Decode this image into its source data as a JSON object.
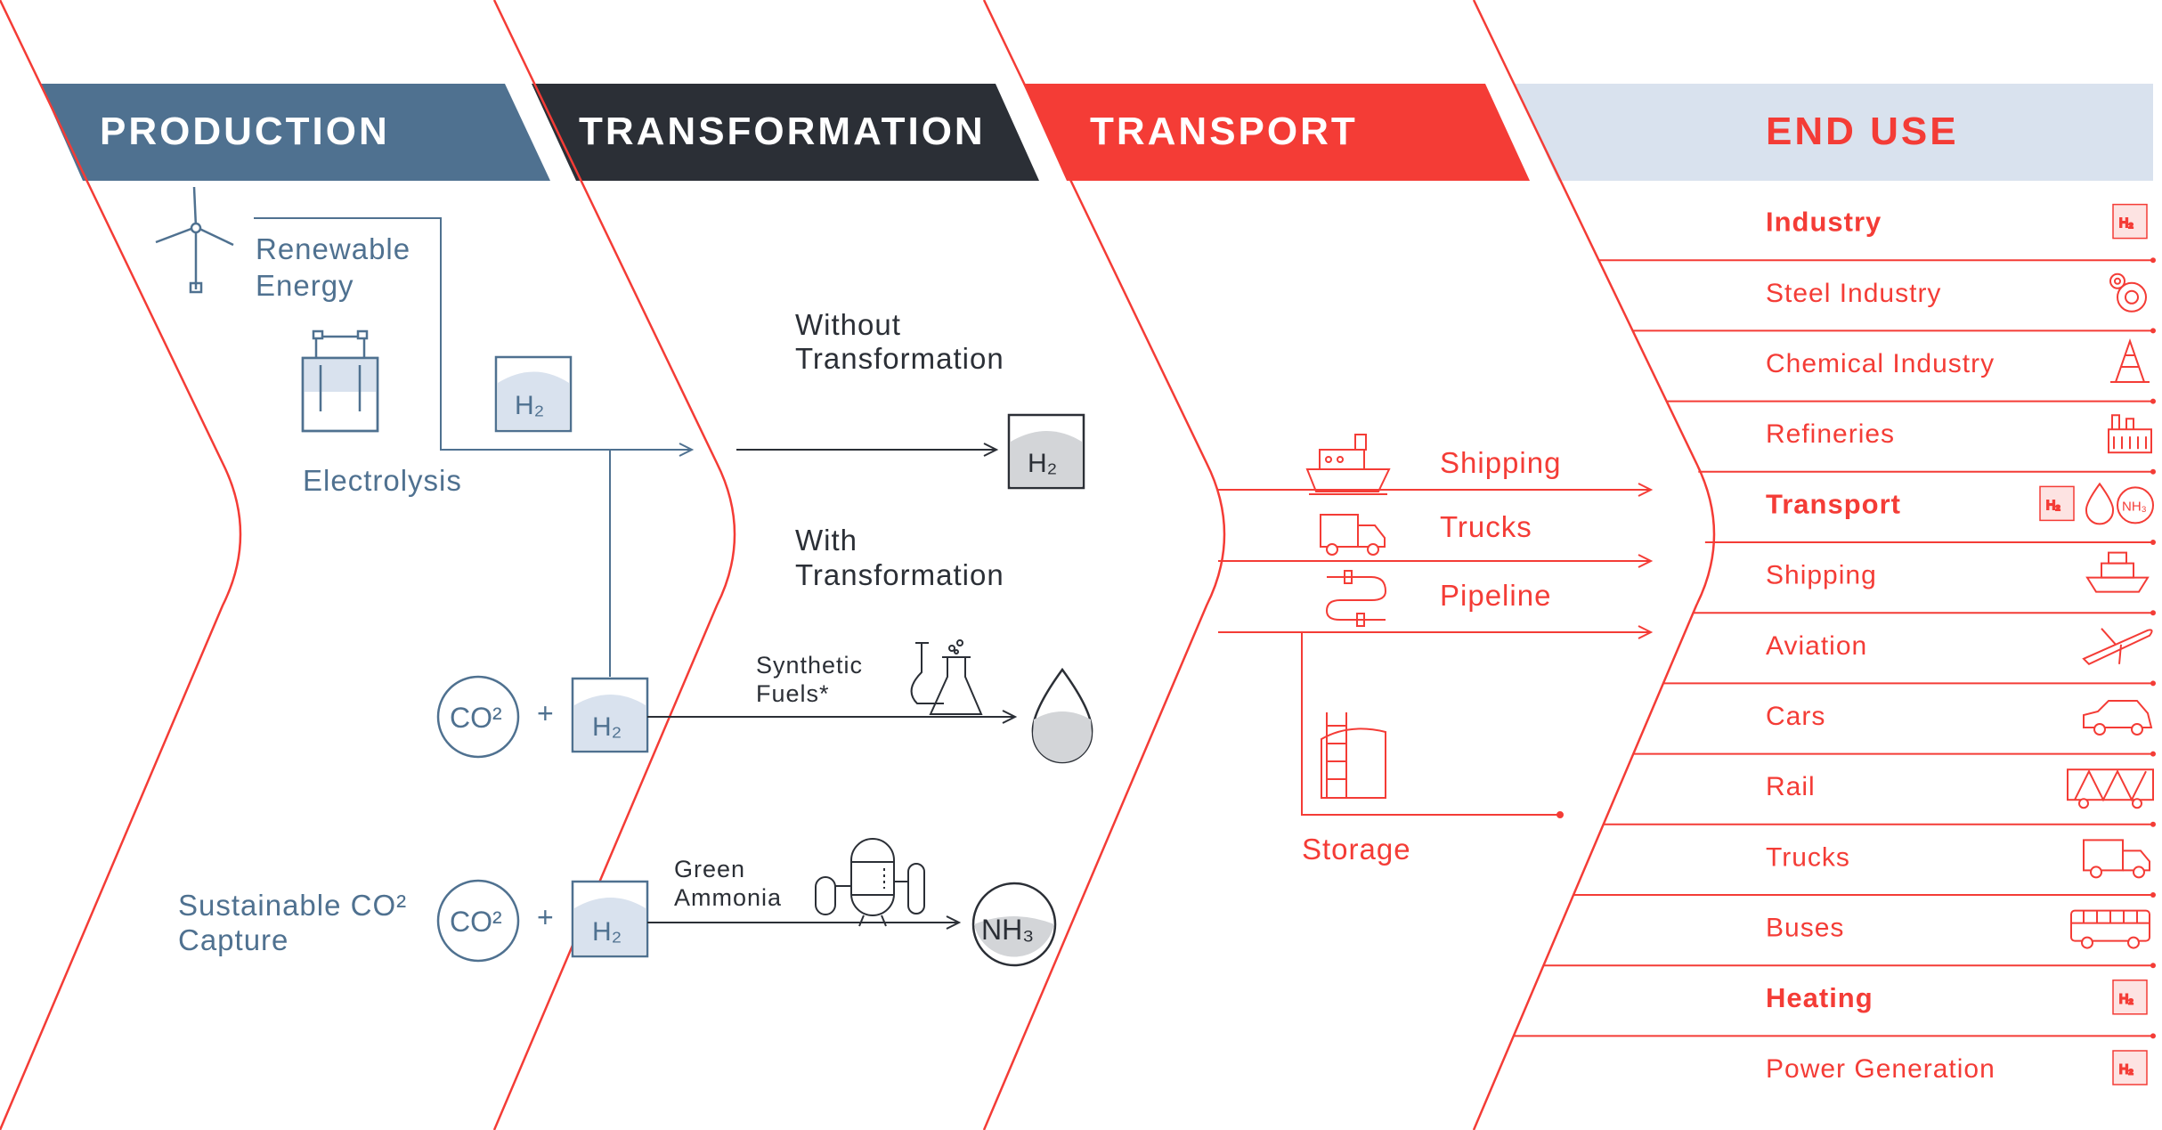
{
  "headers": {
    "production": "PRODUCTION",
    "transformation": "TRANSFORMATION",
    "transport": "TRANSPORT",
    "end_use": "END USE"
  },
  "production": {
    "renewable_energy": [
      "Renewable",
      "Energy"
    ],
    "electrolysis": "Electrolysis",
    "sustainable_co2": [
      "Sustainable CO²",
      "Capture"
    ],
    "h2_label": "H₂",
    "co2_label": "CO²",
    "plus": "+"
  },
  "transformation": {
    "without": [
      "Without",
      "Transformation"
    ],
    "with": [
      "With",
      "Transformation"
    ],
    "synthetic_fuels": [
      "Synthetic",
      "Fuels*"
    ],
    "green_ammonia": [
      "Green",
      "Ammonia"
    ],
    "h2_label": "H₂",
    "nh3_label": "NH₃"
  },
  "transport": {
    "shipping": "Shipping",
    "trucks": "Trucks",
    "pipeline": "Pipeline",
    "storage": "Storage"
  },
  "end_use": {
    "items": [
      {
        "label": "Industry",
        "bold": true,
        "icon": "h2-box-icon"
      },
      {
        "label": "Steel Industry",
        "bold": false,
        "icon": "gears-icon"
      },
      {
        "label": "Chemical Industry",
        "bold": false,
        "icon": "oil-derrick-icon"
      },
      {
        "label": "Refineries",
        "bold": false,
        "icon": "factory-icon"
      },
      {
        "label": "Transport",
        "bold": true,
        "icon": "fuel-types-icon"
      },
      {
        "label": "Shipping",
        "bold": false,
        "icon": "ship-icon"
      },
      {
        "label": "Aviation",
        "bold": false,
        "icon": "airplane-icon"
      },
      {
        "label": "Cars",
        "bold": false,
        "icon": "car-icon"
      },
      {
        "label": "Rail",
        "bold": false,
        "icon": "train-icon"
      },
      {
        "label": "Trucks",
        "bold": false,
        "icon": "truck-icon"
      },
      {
        "label": "Buses",
        "bold": false,
        "icon": "bus-icon"
      },
      {
        "label": "Heating",
        "bold": true,
        "icon": "h2-box-icon"
      },
      {
        "label": "Power Generation",
        "bold": false,
        "icon": "h2-box-icon"
      }
    ],
    "h2_small": "H₂",
    "nh3_small": "NH₃"
  },
  "colors": {
    "production": "#4f7190",
    "transformation": "#2b2f36",
    "transport": "#f43c36",
    "end_use_bg": "#d9e2ee",
    "fill_gray": "#d3d5d8"
  }
}
